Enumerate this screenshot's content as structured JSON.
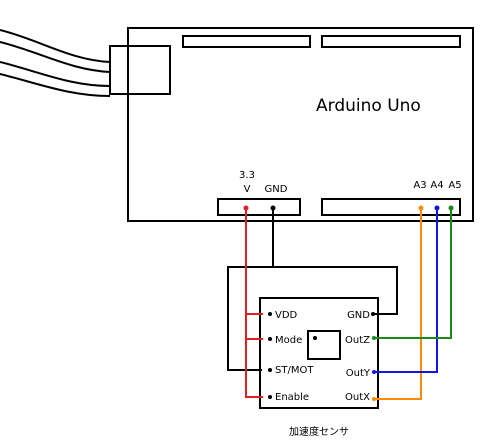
{
  "board": {
    "title": "Arduino Uno",
    "power_pin_top": "3.3",
    "power_pin_bottom": "V",
    "gnd_pin": "GND",
    "analog_pins": [
      "A3",
      "A4",
      "A5"
    ]
  },
  "sensor": {
    "caption": "加速度センサ",
    "left_pins": [
      "VDD",
      "Mode",
      "ST/MOT",
      "Enable"
    ],
    "right_pins": [
      "GND",
      "OutZ",
      "OutY",
      "OutX"
    ]
  },
  "wire_colors": {
    "power": "#e02020",
    "ground": "#000000",
    "x": "#ff8c00",
    "y": "#1414e0",
    "z": "#1a8a1a"
  }
}
